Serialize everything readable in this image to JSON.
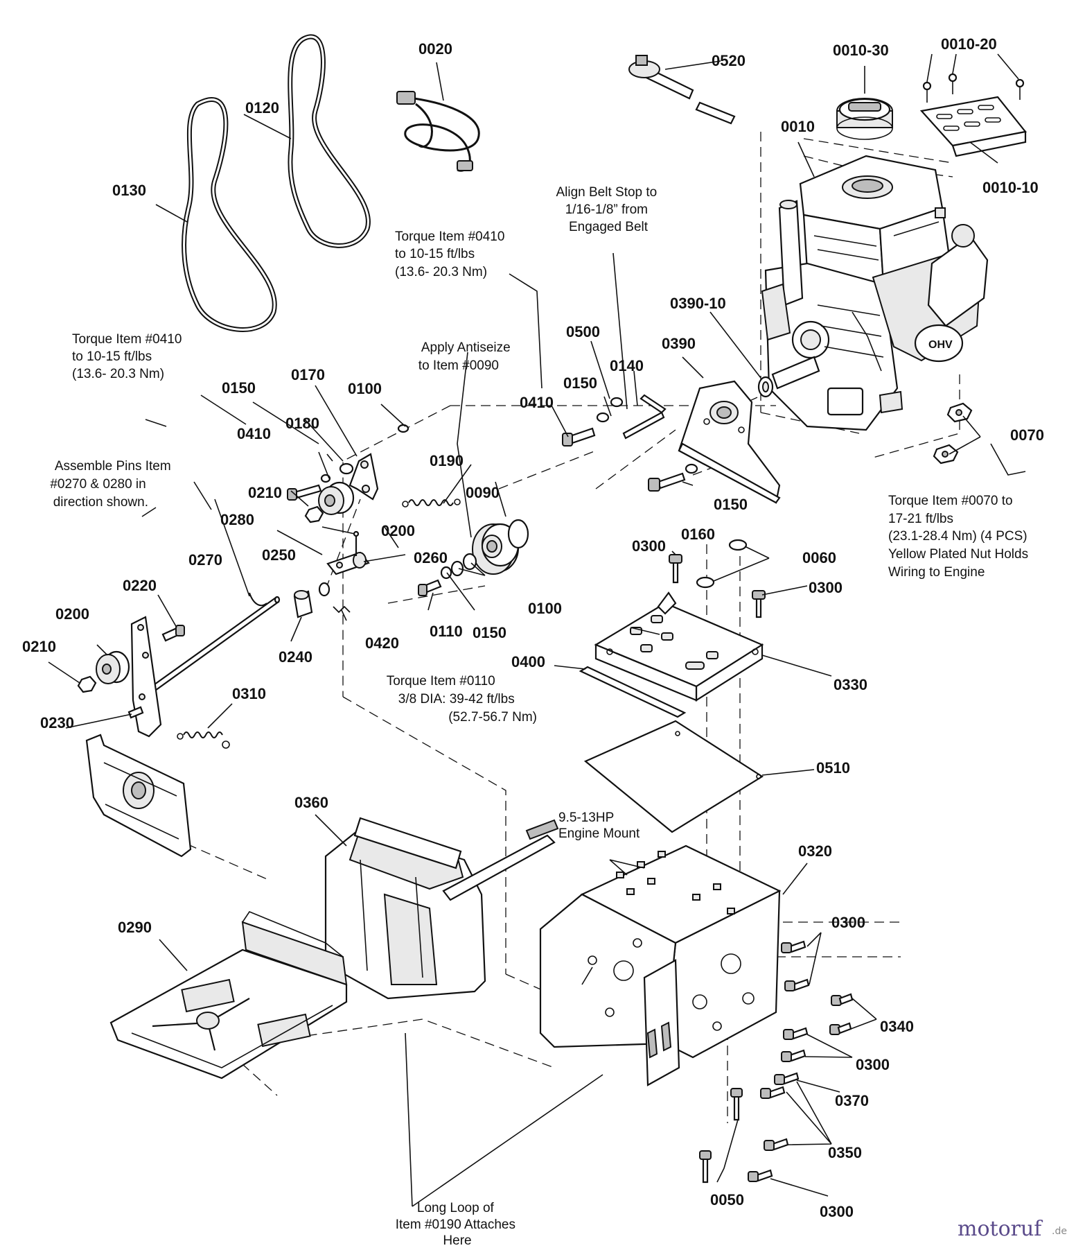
{
  "parts": [
    {
      "id": "p0020",
      "label": "0020"
    },
    {
      "id": "p0520",
      "label": "0520"
    },
    {
      "id": "p0010-30",
      "label": "0010-30"
    },
    {
      "id": "p0010-20",
      "label": "0010-20"
    },
    {
      "id": "p0120",
      "label": "0120"
    },
    {
      "id": "p0010",
      "label": "0010"
    },
    {
      "id": "p0130",
      "label": "0130"
    },
    {
      "id": "p0010-10",
      "label": "0010-10"
    },
    {
      "id": "p0390-10",
      "label": "0390-10"
    },
    {
      "id": "p0500",
      "label": "0500"
    },
    {
      "id": "p0390",
      "label": "0390"
    },
    {
      "id": "p0140",
      "label": "0140"
    },
    {
      "id": "p0170",
      "label": "0170"
    },
    {
      "id": "p0100a",
      "label": "0100"
    },
    {
      "id": "p0150a",
      "label": "0150"
    },
    {
      "id": "p0150b",
      "label": "0150"
    },
    {
      "id": "p0410a",
      "label": "0410"
    },
    {
      "id": "p0410b",
      "label": "0410"
    },
    {
      "id": "p0180",
      "label": "0180"
    },
    {
      "id": "p0070",
      "label": "0070"
    },
    {
      "id": "p0190",
      "label": "0190"
    },
    {
      "id": "p0210a",
      "label": "0210"
    },
    {
      "id": "p0090",
      "label": "0090"
    },
    {
      "id": "p0150c",
      "label": "0150"
    },
    {
      "id": "p0280",
      "label": "0280"
    },
    {
      "id": "p0200a",
      "label": "0200"
    },
    {
      "id": "p0160",
      "label": "0160"
    },
    {
      "id": "p0300a",
      "label": "0300"
    },
    {
      "id": "p0060",
      "label": "0060"
    },
    {
      "id": "p0250",
      "label": "0250"
    },
    {
      "id": "p0260",
      "label": "0260"
    },
    {
      "id": "p0270",
      "label": "0270"
    },
    {
      "id": "p0300b",
      "label": "0300"
    },
    {
      "id": "p0220",
      "label": "0220"
    },
    {
      "id": "p0100b",
      "label": "0100"
    },
    {
      "id": "p0200b",
      "label": "0200"
    },
    {
      "id": "p0150d",
      "label": "0150"
    },
    {
      "id": "p0110",
      "label": "0110"
    },
    {
      "id": "p0420",
      "label": "0420"
    },
    {
      "id": "p0210b",
      "label": "0210"
    },
    {
      "id": "p0240",
      "label": "0240"
    },
    {
      "id": "p0400",
      "label": "0400"
    },
    {
      "id": "p0330",
      "label": "0330"
    },
    {
      "id": "p0310",
      "label": "0310"
    },
    {
      "id": "p0230",
      "label": "0230"
    },
    {
      "id": "p0510",
      "label": "0510"
    },
    {
      "id": "p0360",
      "label": "0360"
    },
    {
      "id": "p0320",
      "label": "0320"
    },
    {
      "id": "p0290",
      "label": "0290"
    },
    {
      "id": "p0300c",
      "label": "0300"
    },
    {
      "id": "p0340",
      "label": "0340"
    },
    {
      "id": "p0300d",
      "label": "0300"
    },
    {
      "id": "p0370",
      "label": "0370"
    },
    {
      "id": "p0350",
      "label": "0350"
    },
    {
      "id": "p0050",
      "label": "0050"
    },
    {
      "id": "p0300e",
      "label": "0300"
    }
  ],
  "notes": [
    {
      "id": "belt-stop",
      "lines": [
        "Align Belt Stop to",
        "1/16-1/8” from",
        "Engaged Belt"
      ]
    },
    {
      "id": "torque-0410-upper",
      "lines": [
        "Torque Item #0410",
        "to 10-15 ft/lbs",
        "(13.6- 20.3 Nm)"
      ]
    },
    {
      "id": "antiseize",
      "lines": [
        "Apply Antiseize",
        "to Item #0090"
      ]
    },
    {
      "id": "torque-0410-left",
      "lines": [
        "Torque Item #0410",
        "to 10-15 ft/lbs",
        "(13.6- 20.3 Nm)"
      ]
    },
    {
      "id": "assemble-pins",
      "lines": [
        "Assemble Pins Item",
        "#0270 & 0280 in",
        "direction shown."
      ]
    },
    {
      "id": "torque-0070",
      "lines": [
        "Torque Item #0070 to",
        "17-21 ft/lbs",
        "(23.1-28.4 Nm) (4 PCS)",
        "Yellow Plated Nut Holds",
        "Wiring to Engine"
      ]
    },
    {
      "id": "torque-0110",
      "lines": [
        "Torque Item #0110",
        "3/8 DIA: 39-42 ft/lbs",
        "(52.7-56.7 Nm)"
      ]
    },
    {
      "id": "engine-mount",
      "lines": [
        "9.5-13HP",
        "Engine Mount"
      ]
    },
    {
      "id": "long-loop",
      "lines": [
        "Long Loop of",
        "Item #0190 Attaches",
        "Here"
      ]
    }
  ],
  "engine_badge": "OHV",
  "watermark": {
    "name": "motoruf",
    "suffix": ".de",
    "name_color": "#5a4a8a",
    "suffix_color": "#888888"
  }
}
